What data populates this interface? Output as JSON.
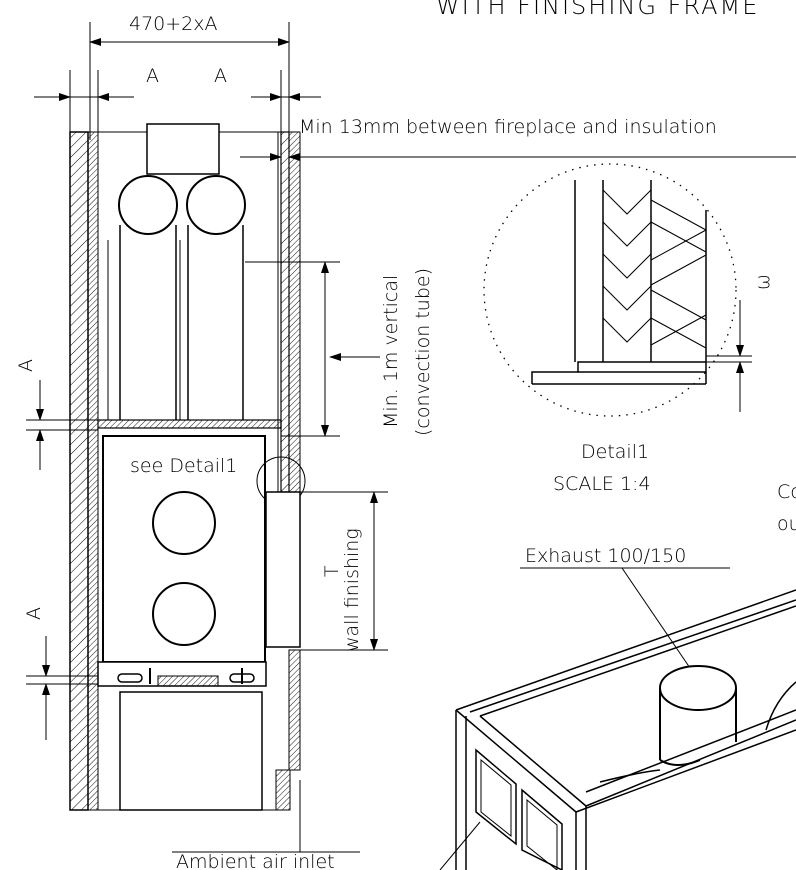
{
  "header": {
    "partial_title": "WITH FINISHING FRAME"
  },
  "dimensions": {
    "top_width": "470+2xA",
    "a_left": "A",
    "a_right": "A",
    "a_side_upper": "A",
    "a_side_lower": "A",
    "min_gap": "Min 13mm between fireplace and insulation",
    "convection_line1": "Min. 1m vertical",
    "convection_line2": "(convection tube)",
    "wall_finishing_t": "T",
    "wall_finishing": "wall finishing",
    "detail_dim": "ω"
  },
  "labels": {
    "see_detail": "see Detail1",
    "ambient_air": "Ambient air inlet",
    "exhaust": "Exhaust 100/150",
    "cut_right_1": "Co",
    "cut_right_2": "ou"
  },
  "detail": {
    "name": "Detail1",
    "scale": "SCALE 1:4"
  }
}
